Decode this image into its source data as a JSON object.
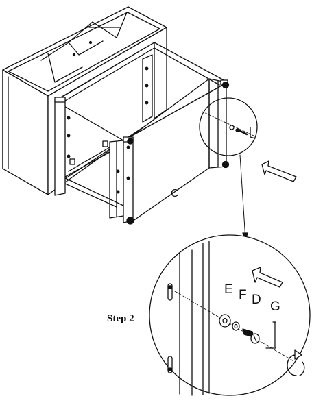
{
  "diagram": {
    "part_label": "C",
    "step_label": "Step 2",
    "hardware_labels": {
      "e": "E",
      "f": "F",
      "d": "D",
      "g": "G"
    }
  }
}
